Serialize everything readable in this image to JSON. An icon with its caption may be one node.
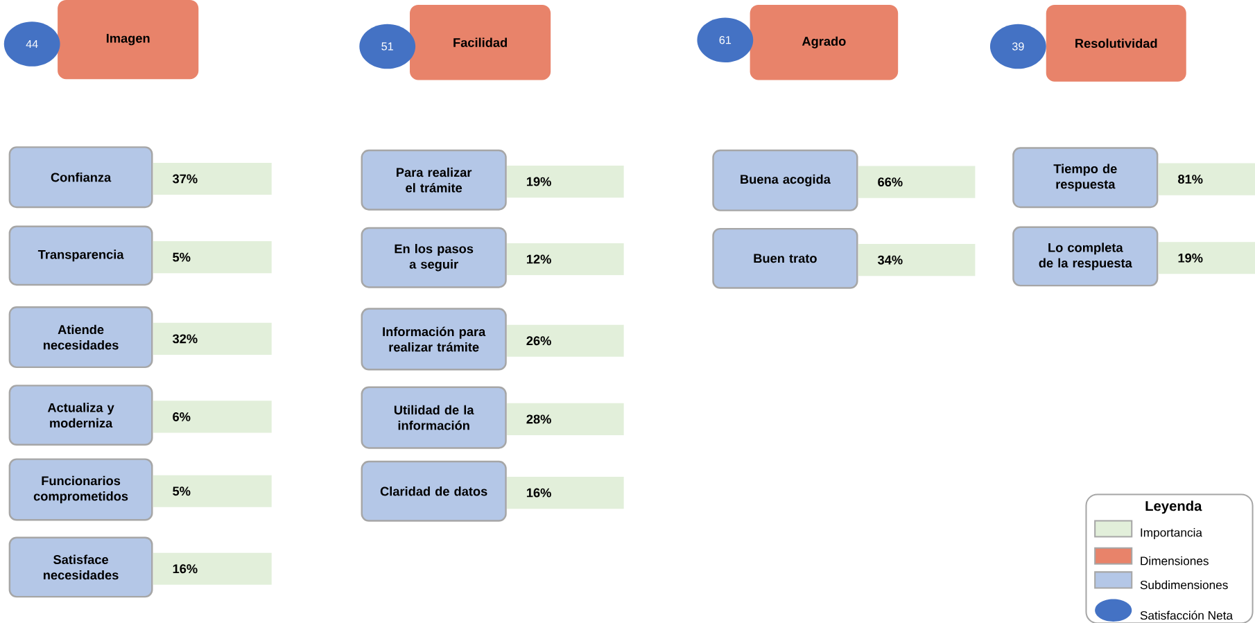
{
  "diagram": {
    "nodes": [
      {
        "text": [
          "44"
        ]
      },
      {
        "text": [
          "Imagen"
        ]
      },
      {
        "text": [
          "Confianza"
        ]
      },
      {
        "text": [
          "37%"
        ]
      },
      {
        "text": [
          "Transparencia"
        ]
      },
      {
        "text": [
          "5%"
        ]
      },
      {
        "text": [
          "Atiende necesidades"
        ]
      },
      {
        "text": [
          "32%"
        ]
      },
      {
        "text": [
          "Actualiza y moderniza"
        ]
      },
      {
        "text": [
          "6%"
        ]
      },
      {
        "text": [
          "Funcionarios comprometidos"
        ]
      },
      {
        "text": [
          "5%"
        ]
      },
      {
        "text": [
          "Satisface necesidades"
        ]
      },
      {
        "text": [
          "16%"
        ]
      },
      {
        "text": [
          "51"
        ]
      },
      {
        "text": [
          "Facilidad"
        ]
      },
      {
        "text": [
          "Para realizar el trámite"
        ]
      },
      {
        "text": [
          "19%"
        ]
      },
      {
        "text": [
          "En los pasos a seguir"
        ]
      },
      {
        "text": [
          "12%"
        ]
      },
      {
        "text": [
          "Información para realizar trámite"
        ]
      },
      {
        "text": [
          "26%"
        ]
      },
      {
        "text": [
          "Utilidad de la información"
        ]
      },
      {
        "text": [
          "28%"
        ]
      },
      {
        "text": [
          "Claridad de datos"
        ]
      },
      {
        "text": [
          "16%"
        ]
      },
      {
        "text": [
          "61"
        ]
      },
      {
        "text": [
          "Agrado"
        ]
      },
      {
        "text": [
          "Buena acogida"
        ]
      },
      {
        "text": [
          "66%"
        ]
      },
      {
        "text": [
          "Buen trato"
        ]
      },
      {
        "text": [
          "34%"
        ]
      },
      {
        "text": [
          "39"
        ]
      },
      {
        "text": [
          "Resolutividad"
        ]
      },
      {
        "text": [
          "Tiempo de respuesta"
        ]
      },
      {
        "text": [
          "81%"
        ]
      },
      {
        "text": [
          "Lo completa de la respuesta"
        ]
      },
      {
        "text": [
          "19%"
        ]
      }
    ],
    "labels": [
      "Leyenda"
    ],
    "legend": [
      {
        "text": "Importancia",
        "color": "#e2efda"
      },
      {
        "text": "Dimensiones",
        "color": "#e8836a"
      },
      {
        "text": "Subdimensiones",
        "color": "#b4c7e7"
      },
      {
        "text": "Satisfacción Neta",
        "color": "#4472c4"
      }
    ]
  }
}
